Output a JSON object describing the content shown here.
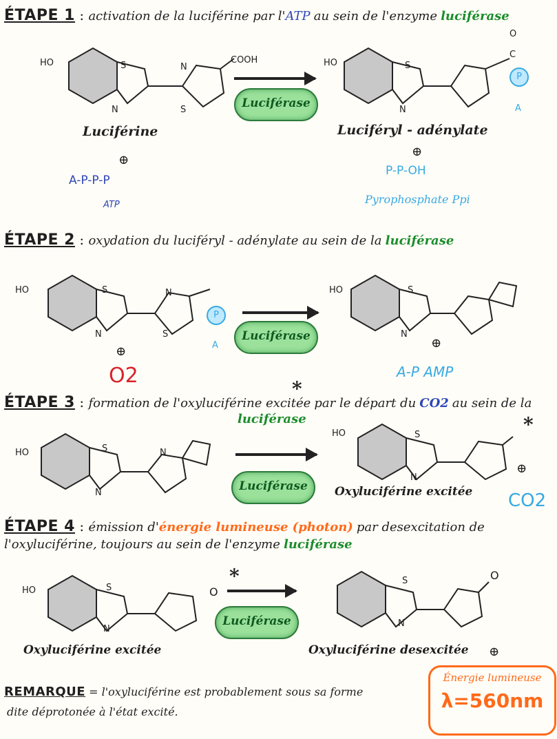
{
  "steps": {
    "s1": {
      "title": "ÉTAPE 1",
      "desc": "activation de la luciférine par l'",
      "atp": "ATP",
      "desc2": "au sein de l'enzyme",
      "enzyme": "luciférase",
      "reactant_label": "Luciférine",
      "product_label": "Luciféryl - adénylate",
      "atp_formula": "A-P-P-P",
      "atp_label": "ATP",
      "ppi_formula": "P-P-OH",
      "ppi_label": "Pyrophosphate Ppi",
      "catalyst": "Luciférase",
      "cooh": "COOH",
      "a": "A",
      "p": "P",
      "c": "C",
      "o": "O"
    },
    "s2": {
      "title": "ÉTAPE 2",
      "desc": "oxydation du luciféryl - adénylate au sein de la",
      "enzyme": "luciférase",
      "catalyst": "Luciférase",
      "o2": "O2",
      "amp": "A-P AMP"
    },
    "s3": {
      "title": "ÉTAPE 3",
      "desc": "formation de l'oxyluciférine excitée",
      "desc2": "par le départ du",
      "co2": "CO2",
      "desc3": "au sein de la",
      "enzyme": "luciférase",
      "catalyst": "Luciférase",
      "product_label": "Oxyluciférine excitée",
      "co2_product": "CO2"
    },
    "s4": {
      "title": "ÉTAPE 4",
      "desc": "émission d'",
      "energy": "énergie lumineuse (photon)",
      "desc2": "par desexcitation de",
      "desc3": "l'oxyluciférine, toujours au sein de l'enzyme",
      "enzyme": "luciférase",
      "catalyst": "Luciférase",
      "reactant_label": "Oxyluciférine excitée",
      "product_label": "Oxyluciférine desexcitée"
    },
    "remark": {
      "title": "REMARQUE",
      "text1": "l'oxyluciférine est probablement sous sa forme",
      "text2": "dite déprotonée à l'état excité."
    },
    "energy_box": {
      "line1": "Énergie lumineuse",
      "line2": "λ=560nm"
    }
  },
  "atoms": {
    "ho": "HO",
    "s": "S",
    "n": "N",
    "o": "O",
    "plus": "⊕",
    "star": "*"
  },
  "colors": {
    "blue": "#2f47b7",
    "green": "#1b8d2c",
    "cyan": "#37a9e3",
    "orange": "#ff6a1a",
    "red": "#d8232a"
  }
}
